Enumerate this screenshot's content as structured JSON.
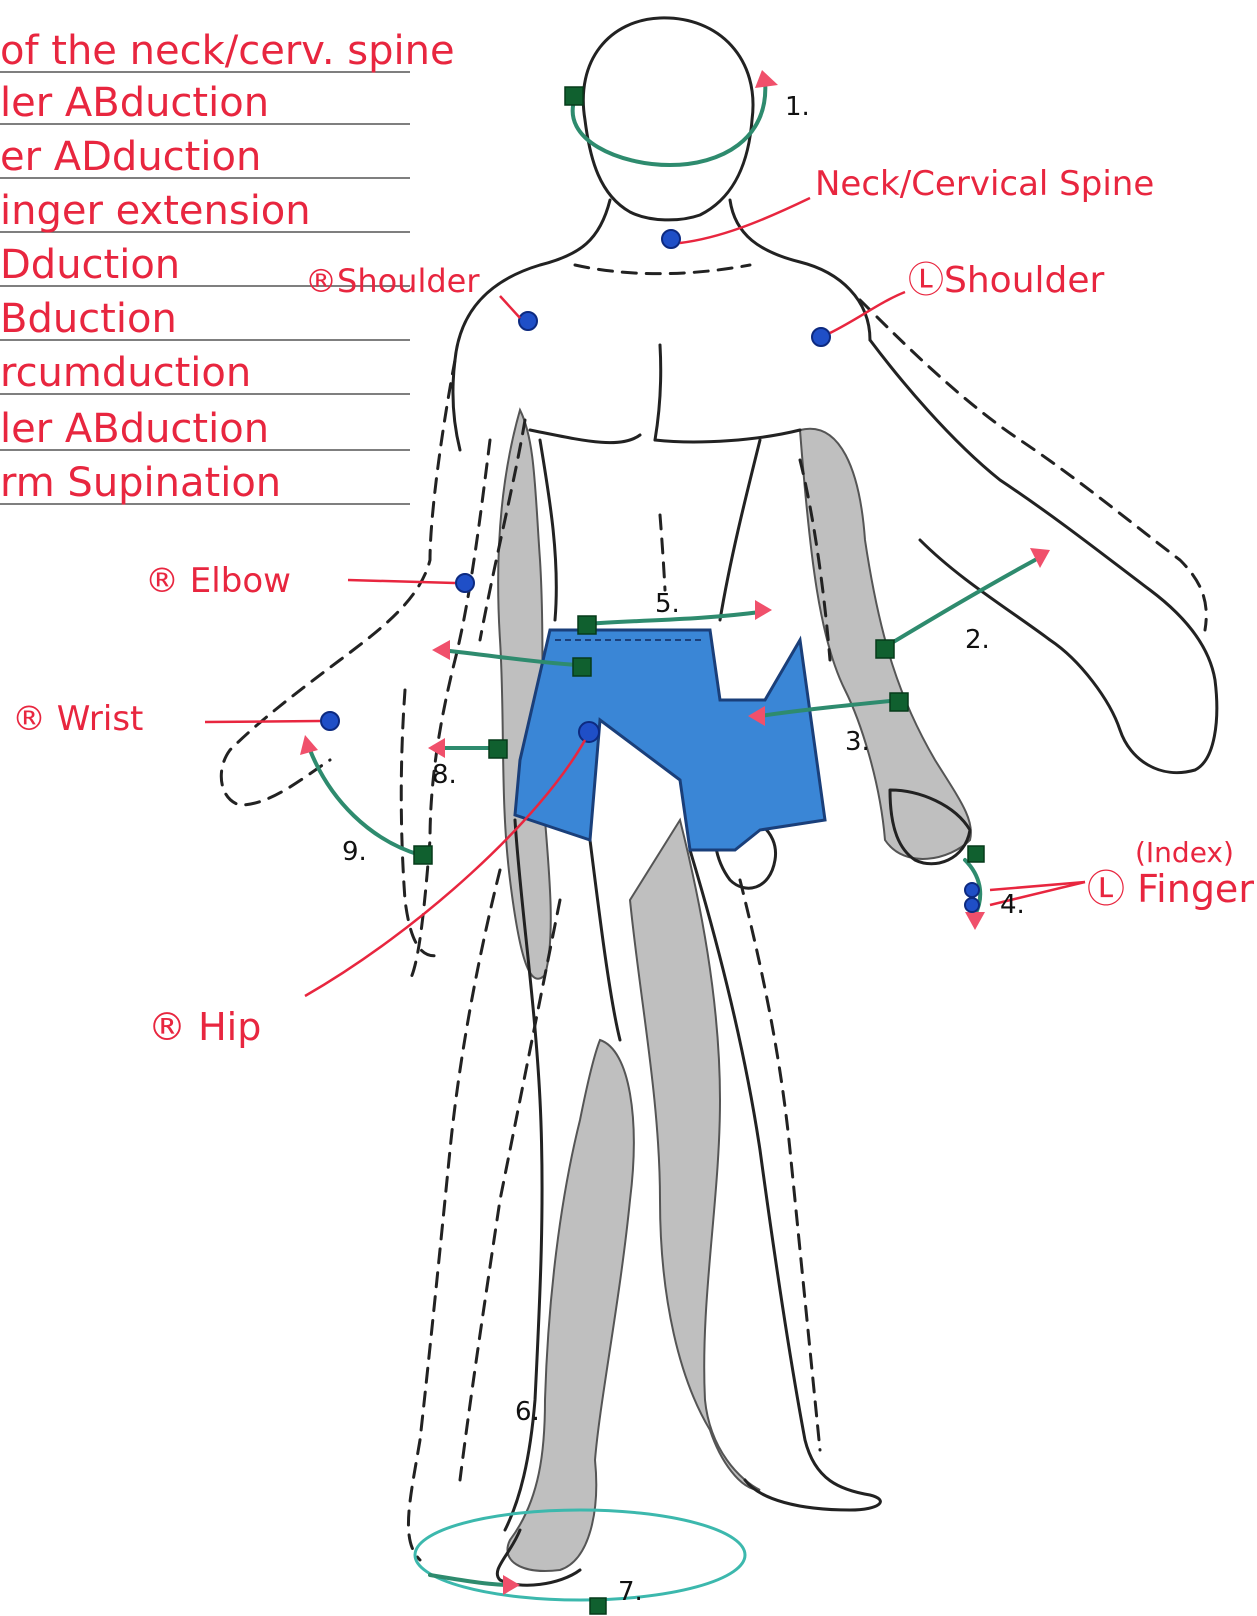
{
  "list_items": [
    "of the neck/cerv. spine",
    "ler ABduction",
    "er ADduction",
    "inger extension",
    "Dduction",
    "Bduction",
    "rcumduction",
    "ler ABduction",
    "rm Supination"
  ],
  "joint_labels": {
    "neck": "Neck/Cervical Spine",
    "right_shoulder": "®Shoulder",
    "left_shoulder": "ⓁShoulder",
    "right_elbow": "® Elbow",
    "right_wrist": "® Wrist",
    "right_hip": "® Hip",
    "finger_top": "(Index)",
    "finger_bottom": "Ⓛ Finger"
  },
  "movement_numbers": [
    "1.",
    "2.",
    "3.",
    "4.",
    "5.",
    "6.",
    "7.",
    "8.",
    "9."
  ],
  "colors": {
    "label_red": "#e8263f",
    "joint_blue": "#1f4fc7",
    "marker_green": "#10602f",
    "arc_green": "#2e8b6e",
    "shorts_blue": "#3a86d6",
    "limb_gray": "#bfbfbf"
  }
}
